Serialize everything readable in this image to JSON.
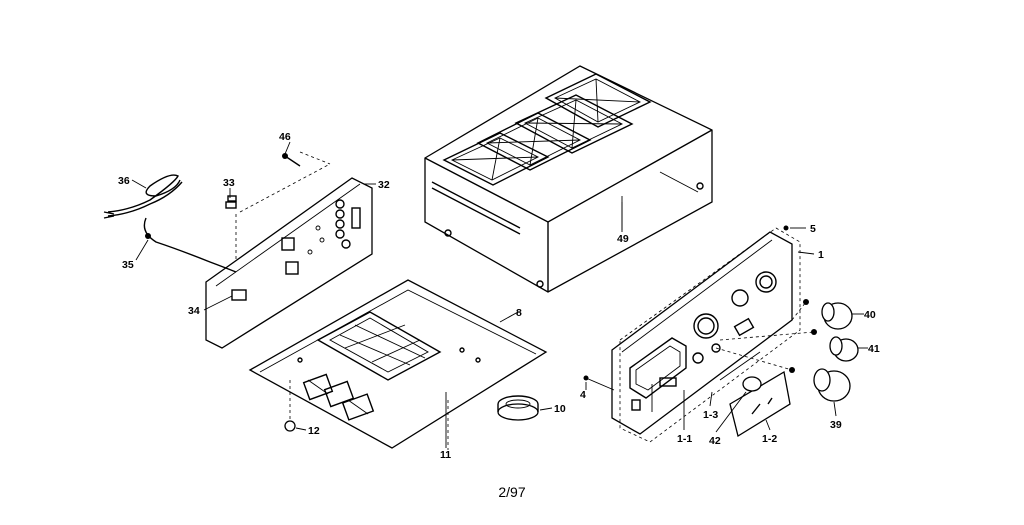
{
  "labels": {
    "l46": "46",
    "l33": "33",
    "l32": "32",
    "l36": "36",
    "l35": "35",
    "l34": "34",
    "l49": "49",
    "l8": "8",
    "l10": "10",
    "l11": "11",
    "l12": "12",
    "l5": "5",
    "l1": "1",
    "l40": "40",
    "l41": "41",
    "l39": "39",
    "l4": "4",
    "l1_1": "1-1",
    "l1_3": "1-3",
    "l42": "42",
    "l1_2": "1-2"
  },
  "footer": {
    "page": "2/97"
  }
}
